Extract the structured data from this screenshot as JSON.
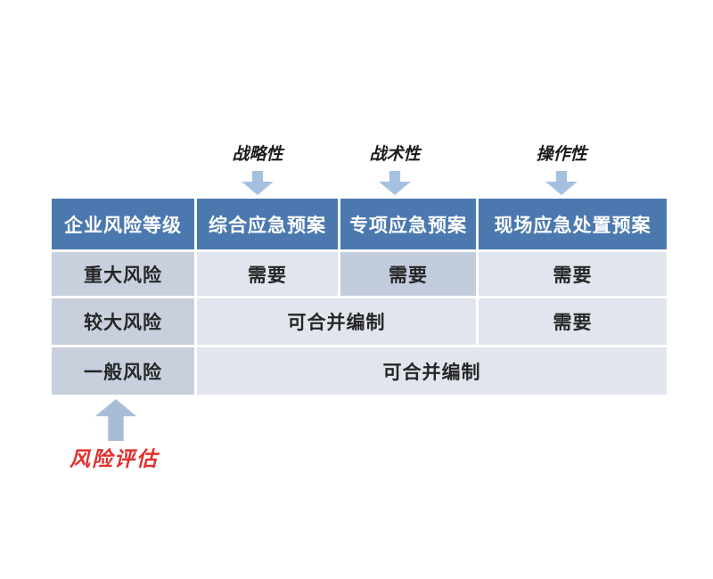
{
  "diagram": {
    "plan_type_labels": [
      "战略性",
      "战术性",
      "操作性"
    ],
    "table": {
      "headers": [
        "企业风险等级",
        "综合应急预案",
        "专项应急预案",
        "现场应急处置预案"
      ],
      "rows": [
        {
          "level": "重大风险",
          "comprehensive": "需要",
          "special": "需要",
          "onsite": "需要"
        },
        {
          "level": "较大风险",
          "merged_comprehensive_special": "可合并编制",
          "onsite": "需要"
        },
        {
          "level": "一般风险",
          "merged_all_plans": "可合并编制"
        }
      ]
    },
    "bottom_label": "风险评估"
  },
  "colors": {
    "header_bg": "#4b79af",
    "header_text": "#ffffff",
    "level_cell_bg": "#c8d0de",
    "light_cell_bg": "#e1e5ee",
    "highlight_cell_bg": "#c3ccdd",
    "down_arrow": "#a5c1e0",
    "up_arrow": "#a9bcd6",
    "risk_label_red": "#e12f2f",
    "cell_text": "#262626"
  }
}
